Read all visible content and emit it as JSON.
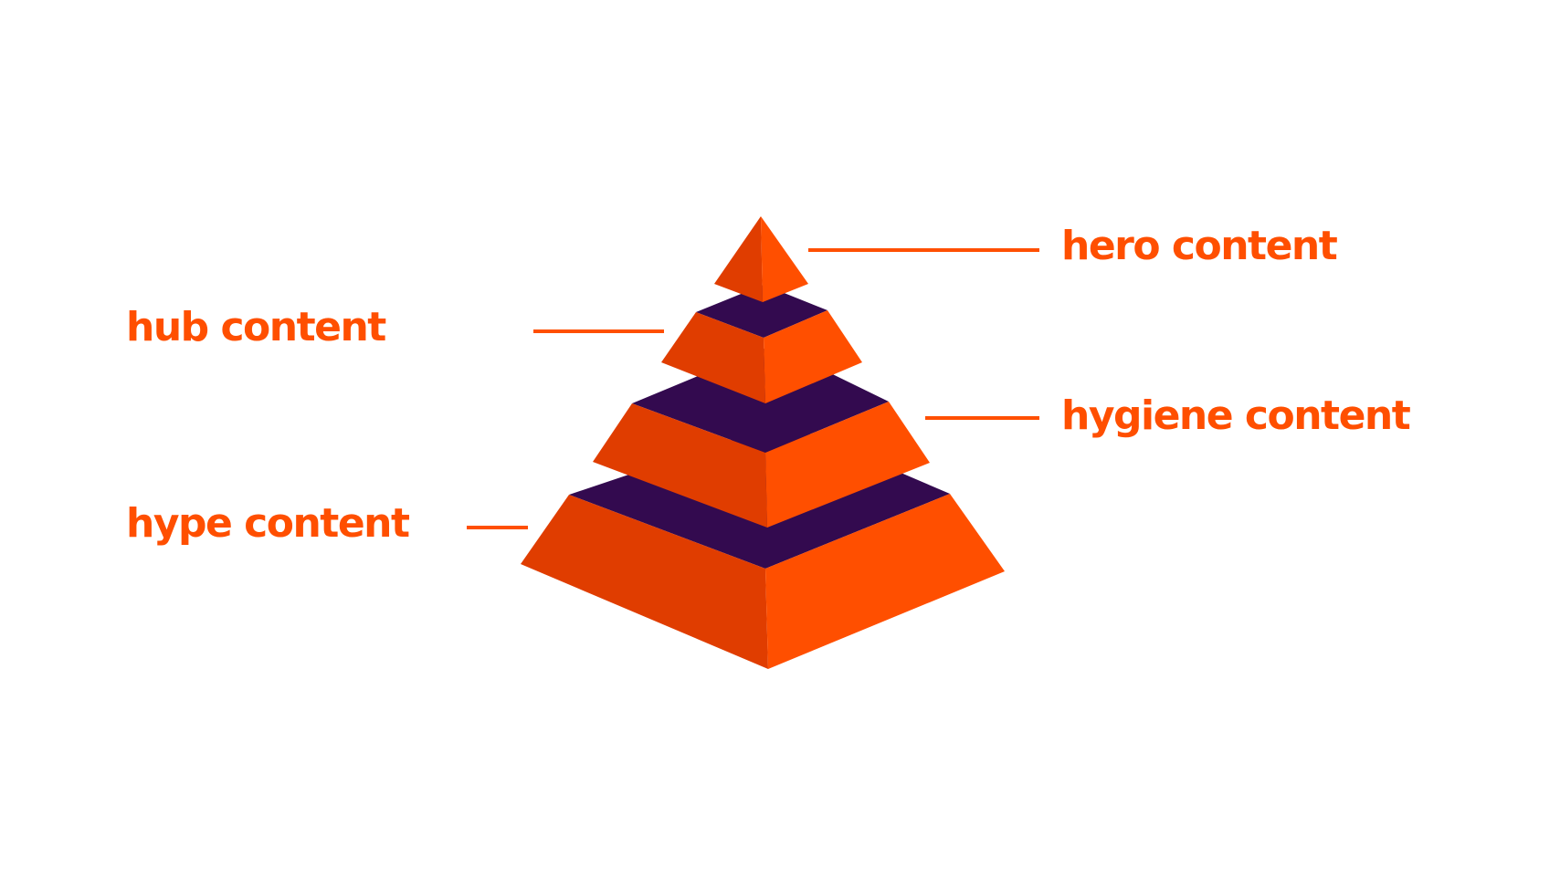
{
  "colors": {
    "background": "#ffffff",
    "label_text": "#ff4f00",
    "connector_line": "#ff4f00",
    "pyramid_face_left": "#e03d00",
    "pyramid_face_right": "#ff4f00",
    "pyramid_top_surface": "#330a4f"
  },
  "pyramid": {
    "tiers": [
      {
        "label": "hero content"
      },
      {
        "label": "hub content"
      },
      {
        "label": "hygiene content"
      },
      {
        "label": "hype content"
      }
    ]
  }
}
